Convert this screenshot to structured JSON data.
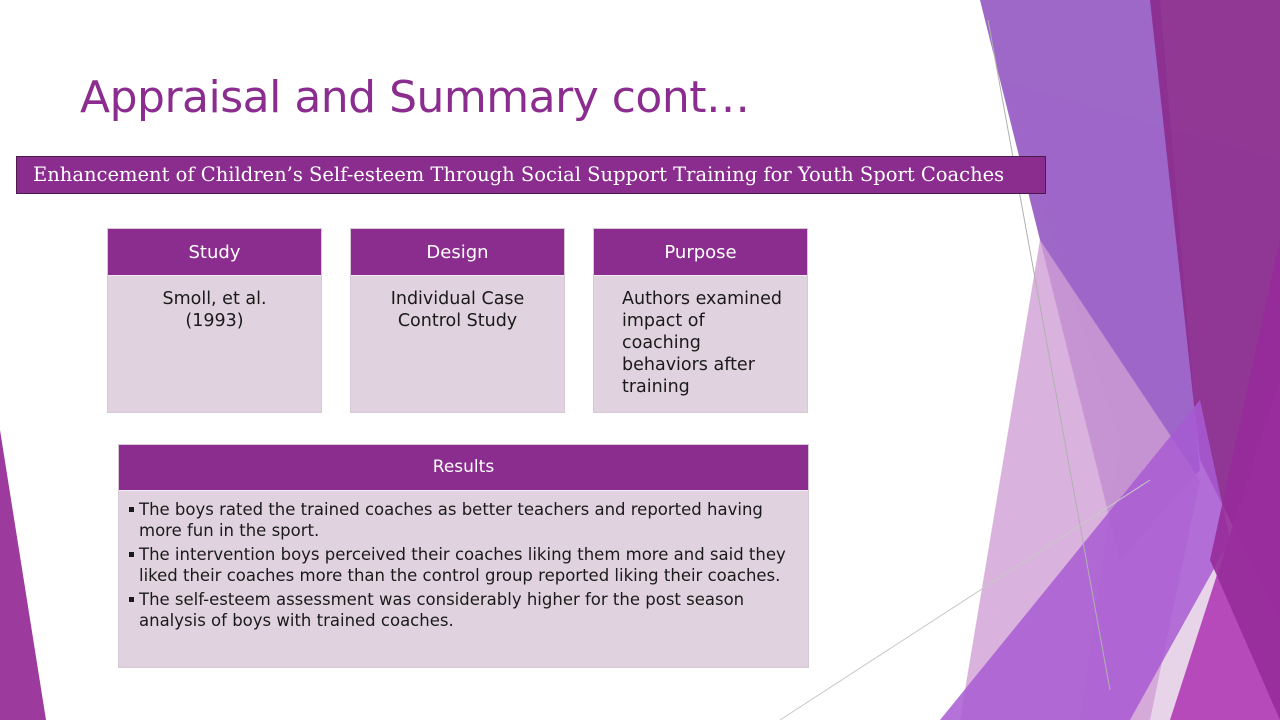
{
  "slide": {
    "title": "Appraisal and Summary cont…",
    "subtitle": "Enhancement of Children’s Self-esteem Through Social Support Training for Youth Sport Coaches"
  },
  "cards": [
    {
      "header": "Study",
      "lines": [
        "Smoll, et al.",
        "(1993)"
      ]
    },
    {
      "header": "Design",
      "lines": [
        "Individual Case",
        "Control Study"
      ]
    },
    {
      "header": "Purpose",
      "lines": [
        "Authors examined",
        "impact of",
        "coaching",
        "behaviors after",
        "training"
      ]
    }
  ],
  "results": {
    "header": "Results",
    "items": [
      "The boys rated the trained coaches as better teachers and reported having more fun in the sport.",
      "The intervention boys perceived their coaches liking them more and said they liked their coaches more than the control group reported liking their coaches.",
      "The self-esteem assessment was considerably higher for the post season analysis of boys with trained coaches."
    ]
  },
  "theme": {
    "accent": "#8b2d8f",
    "card_fill": "#e0d3df",
    "header_text": "#ffffff",
    "body_text": "#1a1a1a"
  }
}
